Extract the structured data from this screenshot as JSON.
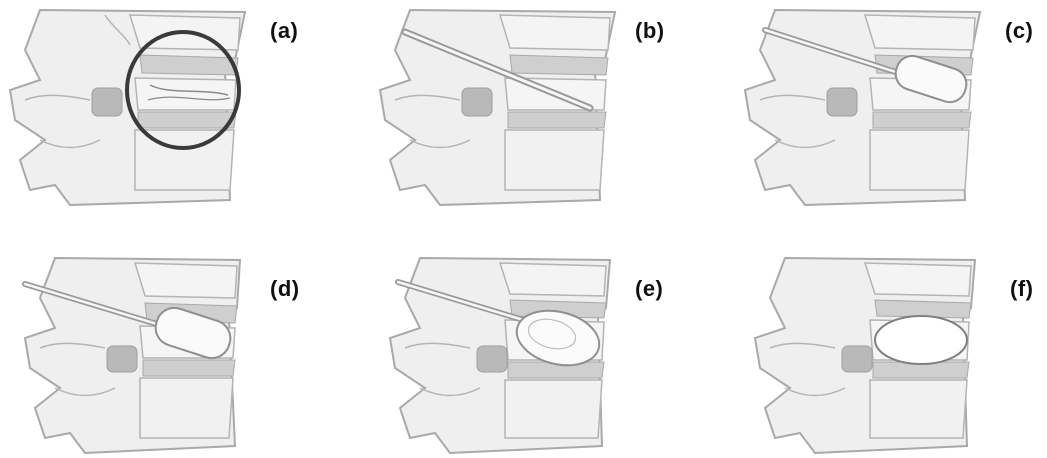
{
  "panels": [
    {
      "id": "a",
      "label": "(a)"
    },
    {
      "id": "b",
      "label": "(b)"
    },
    {
      "id": "c",
      "label": "(c)"
    },
    {
      "id": "d",
      "label": "(d)"
    },
    {
      "id": "e",
      "label": "(e)"
    },
    {
      "id": "f",
      "label": "(f)"
    }
  ],
  "colors": {
    "bone_fill": "#efefef",
    "bone_stroke": "#a9a9a9",
    "disc": "#cfcfcf",
    "pedicle": "#b9b9b9",
    "circle": "#3a3a3a",
    "instrument": "#9a9a9a"
  }
}
